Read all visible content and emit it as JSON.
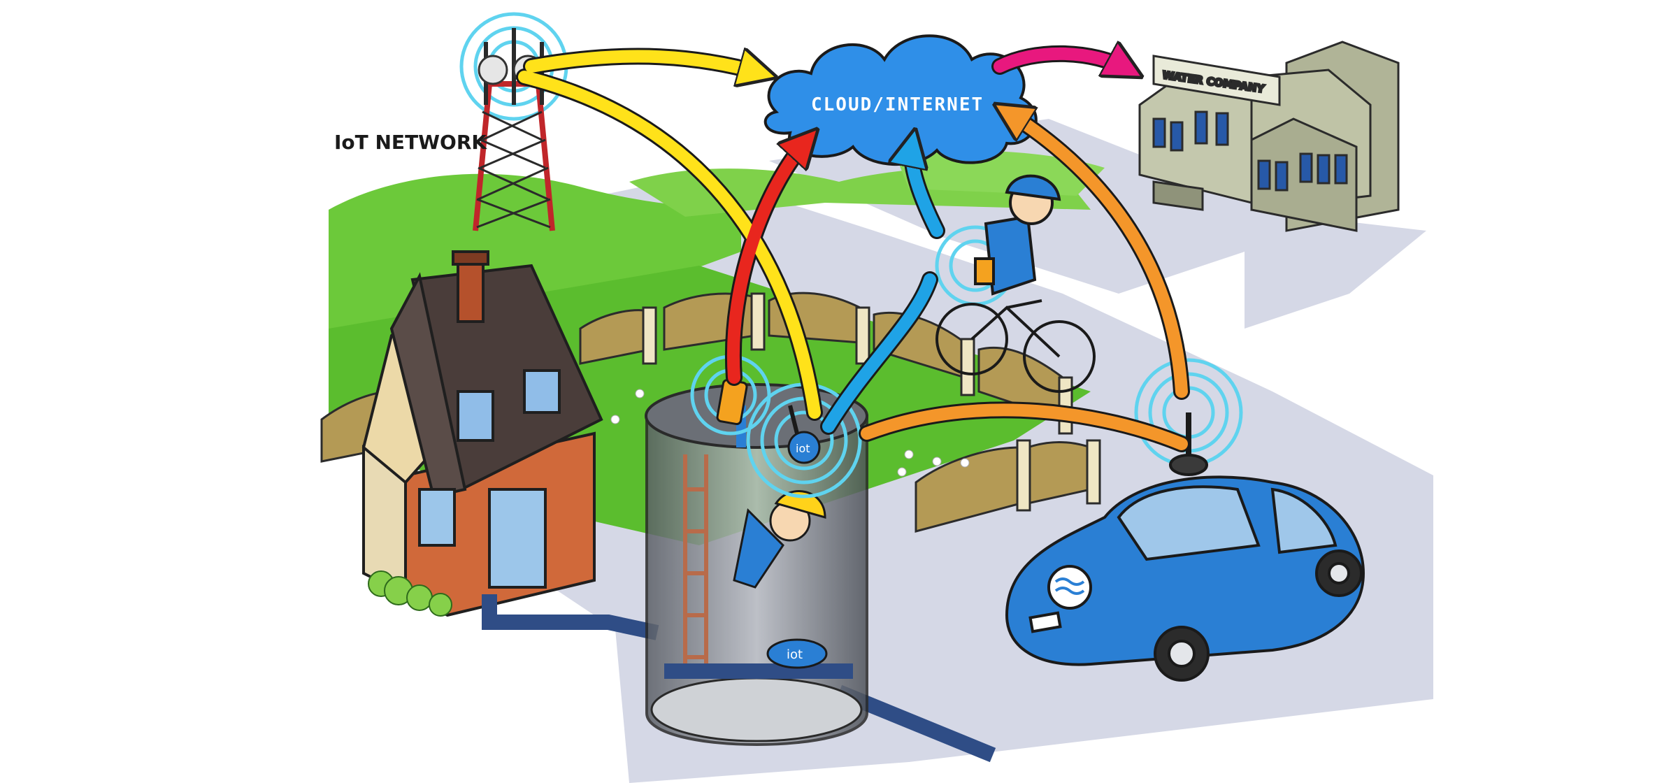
{
  "labels": {
    "iot_network": "IoT NETWORK",
    "cloud": "CLOUD/INTERNET",
    "water_company": "WATER COMPANY",
    "meter_badge": "iot",
    "pit_badge": "iot"
  },
  "icons": [
    "cell-tower-icon",
    "cloud-icon",
    "building-icon",
    "house-icon",
    "cyclist-icon",
    "car-icon",
    "water-meter-icon",
    "handheld-reader-icon",
    "signal-waves-icon",
    "water-waves-logo-icon"
  ],
  "colors": {
    "yellow_link": "#ffe21a",
    "red_link": "#e8261e",
    "blue_link": "#1fa3e6",
    "orange_link": "#f4962a",
    "magenta_link": "#e8187e",
    "cloud_fill": "#2f8fe8",
    "grass": "#6cc93a",
    "road": "#d5d8e6",
    "car": "#2a7fd4",
    "building": "#b9bda4",
    "signal_rings": "#5fd3ef"
  }
}
